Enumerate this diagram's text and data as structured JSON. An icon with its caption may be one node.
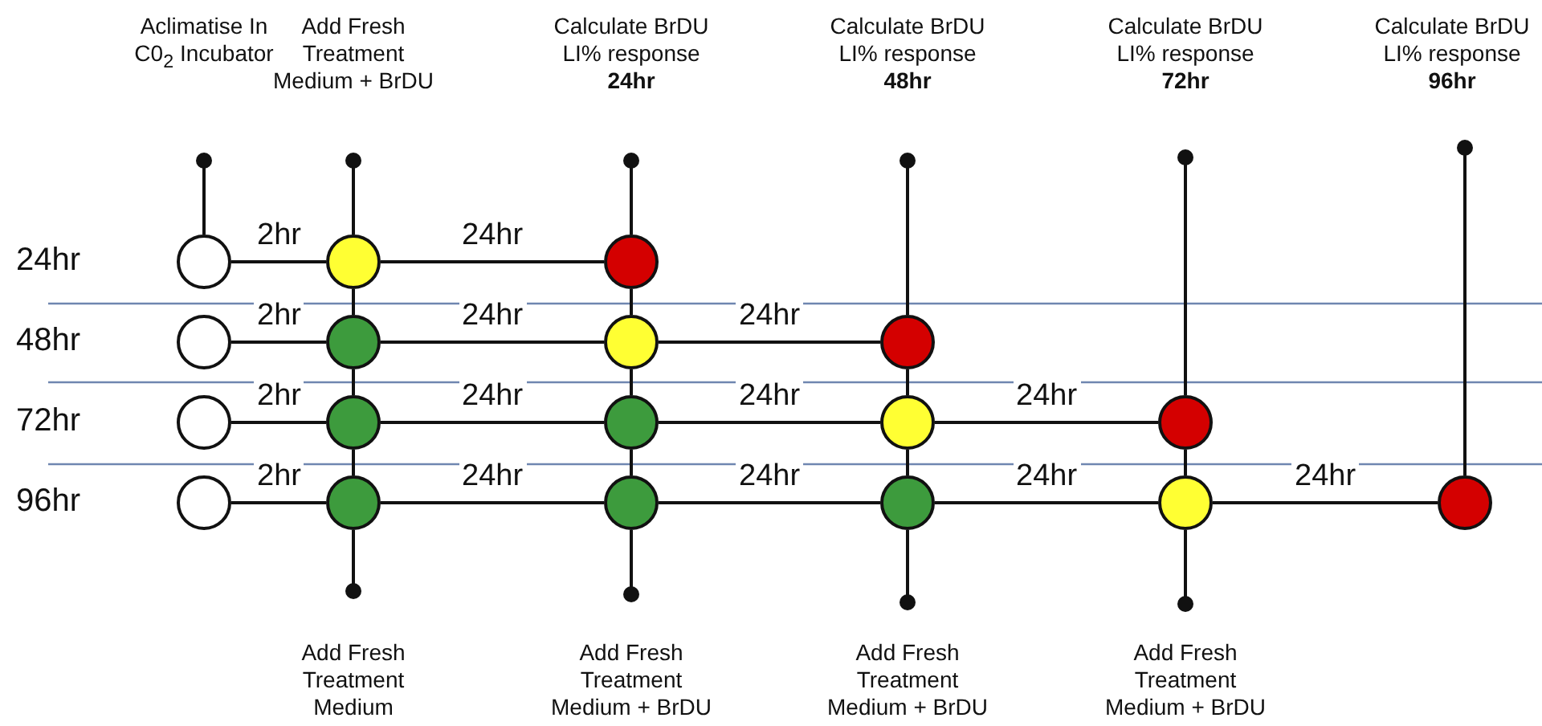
{
  "diagram": {
    "nodes": [
      {
        "text": [
          "Aclimatise In C0$_{2}$ Incubator"
        ]
      },
      {
        "text": [
          "Add Fresh Treatment Medium + BrDU"
        ]
      },
      {
        "text": [
          "Calculate BrDU LI% response **24hr**"
        ]
      },
      {
        "text": [
          "Calculate BrDU LI% response **48hr**"
        ]
      },
      {
        "text": [
          "Calculate BrDU LI% response **72hr**"
        ]
      },
      {
        "text": [
          "Calculate BrDU LI% response **96hr**"
        ]
      },
      {
        "text": [
          "Add Fresh Treatment Medium"
        ]
      },
      {
        "text": [
          "Add Fresh Treatment Medium + BrDU"
        ]
      },
      {
        "text": [
          "Add Fresh Treatment Medium + BrDU"
        ]
      },
      {
        "text": [
          "Add Fresh Treatment Medium + BrDU"
        ]
      },
      {
        "text": [],
        "shape": "circle"
      },
      {
        "text": [],
        "shape": "circle"
      },
      {
        "text": [],
        "shape": "circle"
      },
      {
        "text": [],
        "shape": "circle"
      },
      {
        "text": [],
        "shape": "circle"
      },
      {
        "text": [],
        "shape": "circle"
      },
      {
        "text": [],
        "shape": "circle"
      },
      {
        "text": [],
        "shape": "circle"
      },
      {
        "text": [],
        "shape": "circle"
      },
      {
        "text": [],
        "shape": "circle"
      },
      {
        "text": [],
        "shape": "circle"
      },
      {
        "text": [],
        "shape": "circle"
      },
      {
        "text": [],
        "shape": "circle"
      },
      {
        "text": [],
        "shape": "circle"
      },
      {
        "text": [],
        "shape": "circle"
      },
      {
        "text": [],
        "shape": "circle"
      },
      {
        "text": [],
        "shape": "circle"
      },
      {
        "text": [],
        "shape": "circle"
      }
    ],
    "edges": [
      {
        "from": 10,
        "to": 11,
        "arrow": "none",
        "label": "2hr"
      },
      {
        "from": 11,
        "to": 12,
        "arrow": "none",
        "label": "24hr"
      },
      {
        "from": 13,
        "to": 14,
        "arrow": "none",
        "label": "2hr"
      },
      {
        "from": 14,
        "to": 15,
        "arrow": "none",
        "label": "24hr"
      },
      {
        "from": 15,
        "to": 16,
        "arrow": "none",
        "label": "24hr"
      },
      {
        "from": 17,
        "to": 18,
        "arrow": "none",
        "label": "2hr"
      },
      {
        "from": 18,
        "to": 19,
        "arrow": "none",
        "label": "24hr"
      },
      {
        "from": 19,
        "to": 20,
        "arrow": "none",
        "label": "24hr"
      },
      {
        "from": 20,
        "to": 21,
        "arrow": "none",
        "label": "24hr"
      },
      {
        "from": 22,
        "to": 23,
        "arrow": "none",
        "label": "2hr"
      },
      {
        "from": 23,
        "to": 24,
        "arrow": "none",
        "label": "24hr"
      },
      {
        "from": 24,
        "to": 25,
        "arrow": "none",
        "label": "24hr"
      },
      {
        "from": 25,
        "to": 26,
        "arrow": "none",
        "label": "24hr"
      },
      {
        "from": 26,
        "to": 27,
        "arrow": "none",
        "label": "24hr"
      },
      {
        "from": 0,
        "to": 10,
        "arrow": "other"
      },
      {
        "from": 1,
        "to": 11,
        "arrow": "other"
      },
      {
        "from": 2,
        "to": 12,
        "arrow": "other"
      },
      {
        "from": 3,
        "to": 16,
        "arrow": "other"
      },
      {
        "from": 4,
        "to": 21,
        "arrow": "other"
      },
      {
        "from": 5,
        "to": 27,
        "arrow": "other"
      },
      {
        "from": 11,
        "to": 14,
        "arrow": "none"
      },
      {
        "from": 14,
        "to": 18,
        "arrow": "none"
      },
      {
        "from": 18,
        "to": 23,
        "arrow": "none"
      },
      {
        "from": 12,
        "to": 15,
        "arrow": "none"
      },
      {
        "from": 15,
        "to": 19,
        "arrow": "none"
      },
      {
        "from": 19,
        "to": 24,
        "arrow": "none"
      },
      {
        "from": 16,
        "to": 20,
        "arrow": "none"
      },
      {
        "from": 20,
        "to": 25,
        "arrow": "none"
      },
      {
        "from": 21,
        "to": 26,
        "arrow": "none"
      },
      {
        "from": 23,
        "to": 6,
        "arrow": "other"
      },
      {
        "from": 24,
        "to": 7,
        "arrow": "other"
      },
      {
        "from": 25,
        "to": 8,
        "arrow": "other"
      },
      {
        "from": 26,
        "to": 9,
        "arrow": "other"
      }
    ],
    "labels": [
      "24hr",
      "48hr",
      "72hr",
      "96hr"
    ]
  }
}
